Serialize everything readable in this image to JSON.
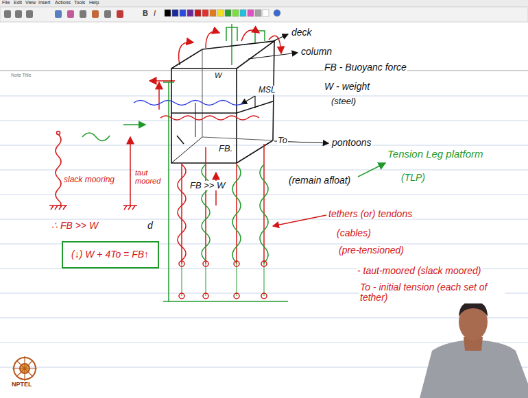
{
  "diagram": {
    "nodes": [
      {
        "text": [
          "(↓) W + 4To = FB↑"
        ]
      }
    ],
    "labels": [
      "File",
      "Edit",
      "View",
      "Insert",
      "Actions",
      "Tools",
      "Help",
      "B",
      "I",
      "Note Title",
      "deck",
      "column",
      "FB - Buoyanc force",
      "W - weight",
      "(steel)",
      "MSL",
      "pontoons",
      "Tension Leg platform",
      "(TLP)",
      "W",
      "FB.",
      "FB >> W",
      "To",
      "(remain afloat)",
      "tethers (or) tendons",
      "(cables)",
      "(pre-tensioned)",
      "- taut-moored (slack moored)",
      "To - initial tension (each set of tether)",
      "slack mooring",
      "taut moored",
      "d",
      "∴ FB >> W",
      "NPTEL"
    ]
  }
}
